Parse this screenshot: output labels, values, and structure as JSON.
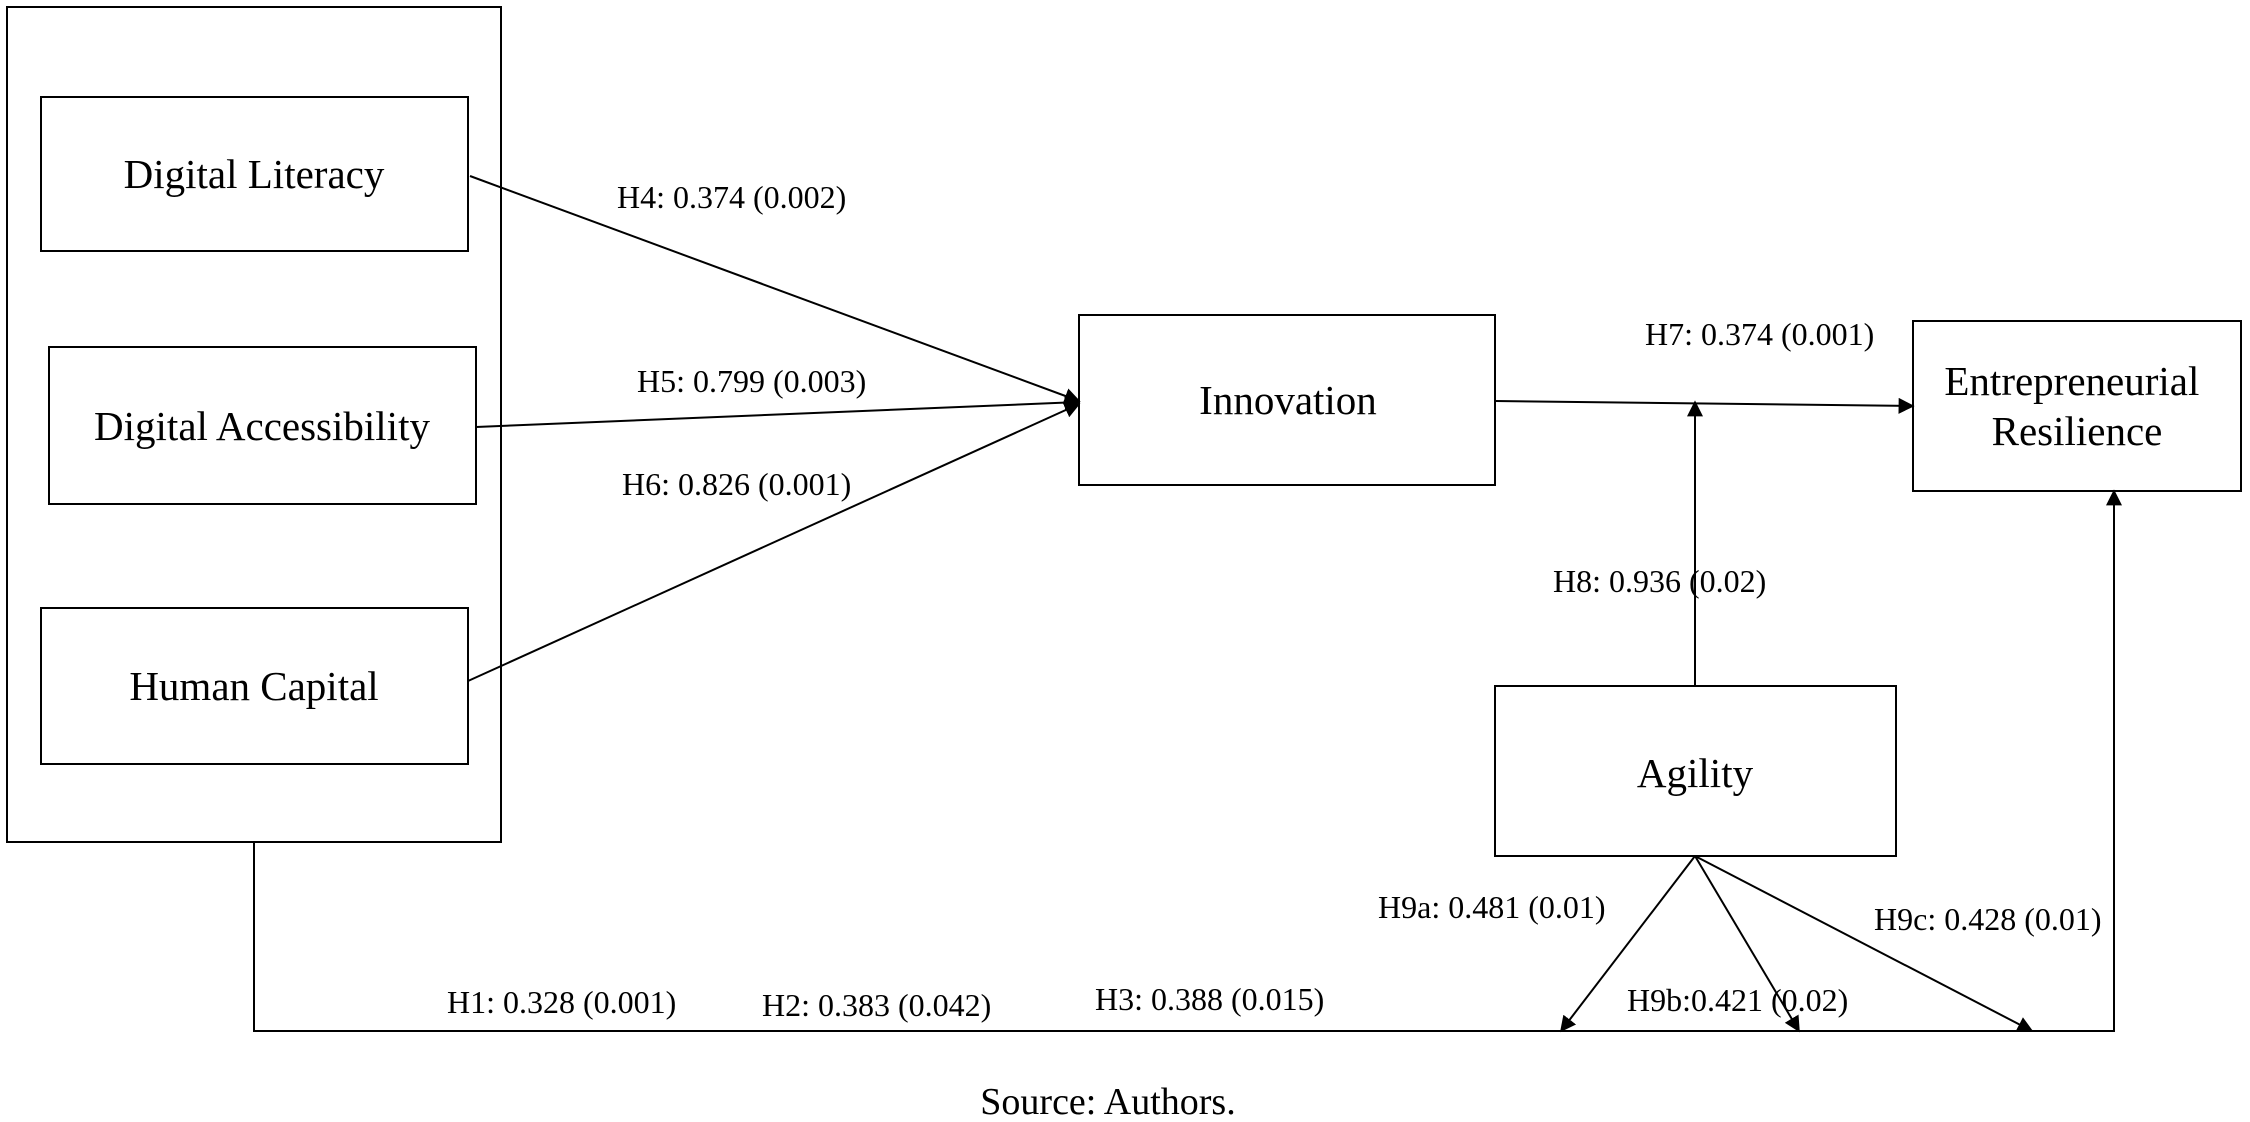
{
  "nodes": {
    "digital_literacy": "Digital Literacy",
    "digital_accessibility": "Digital Accessibility",
    "human_capital": "Human Capital",
    "innovation": "Innovation",
    "entrepreneurial_resilience": [
      "Entrepreneurial",
      "Resilience"
    ],
    "agility": "Agility"
  },
  "paths": {
    "h4": "H4: 0.374 (0.002)",
    "h5": "H5: 0.799 (0.003)",
    "h6": "H6: 0.826 (0.001)",
    "h7": "H7: 0.374 (0.001)",
    "h8": "H8: 0.936 (0.02)",
    "h1": "H1: 0.328 (0.001)",
    "h2": "H2: 0.383 (0.042)",
    "h3": "H3: 0.388 (0.015)",
    "h9a": "H9a: 0.481 (0.01)",
    "h9b": "H9b:0.421 (0.02)",
    "h9c": "H9c: 0.428 (0.01)"
  },
  "source": "Source: Authors.",
  "colors": {
    "line": "#000000",
    "background": "#ffffff",
    "text": "#000000"
  }
}
